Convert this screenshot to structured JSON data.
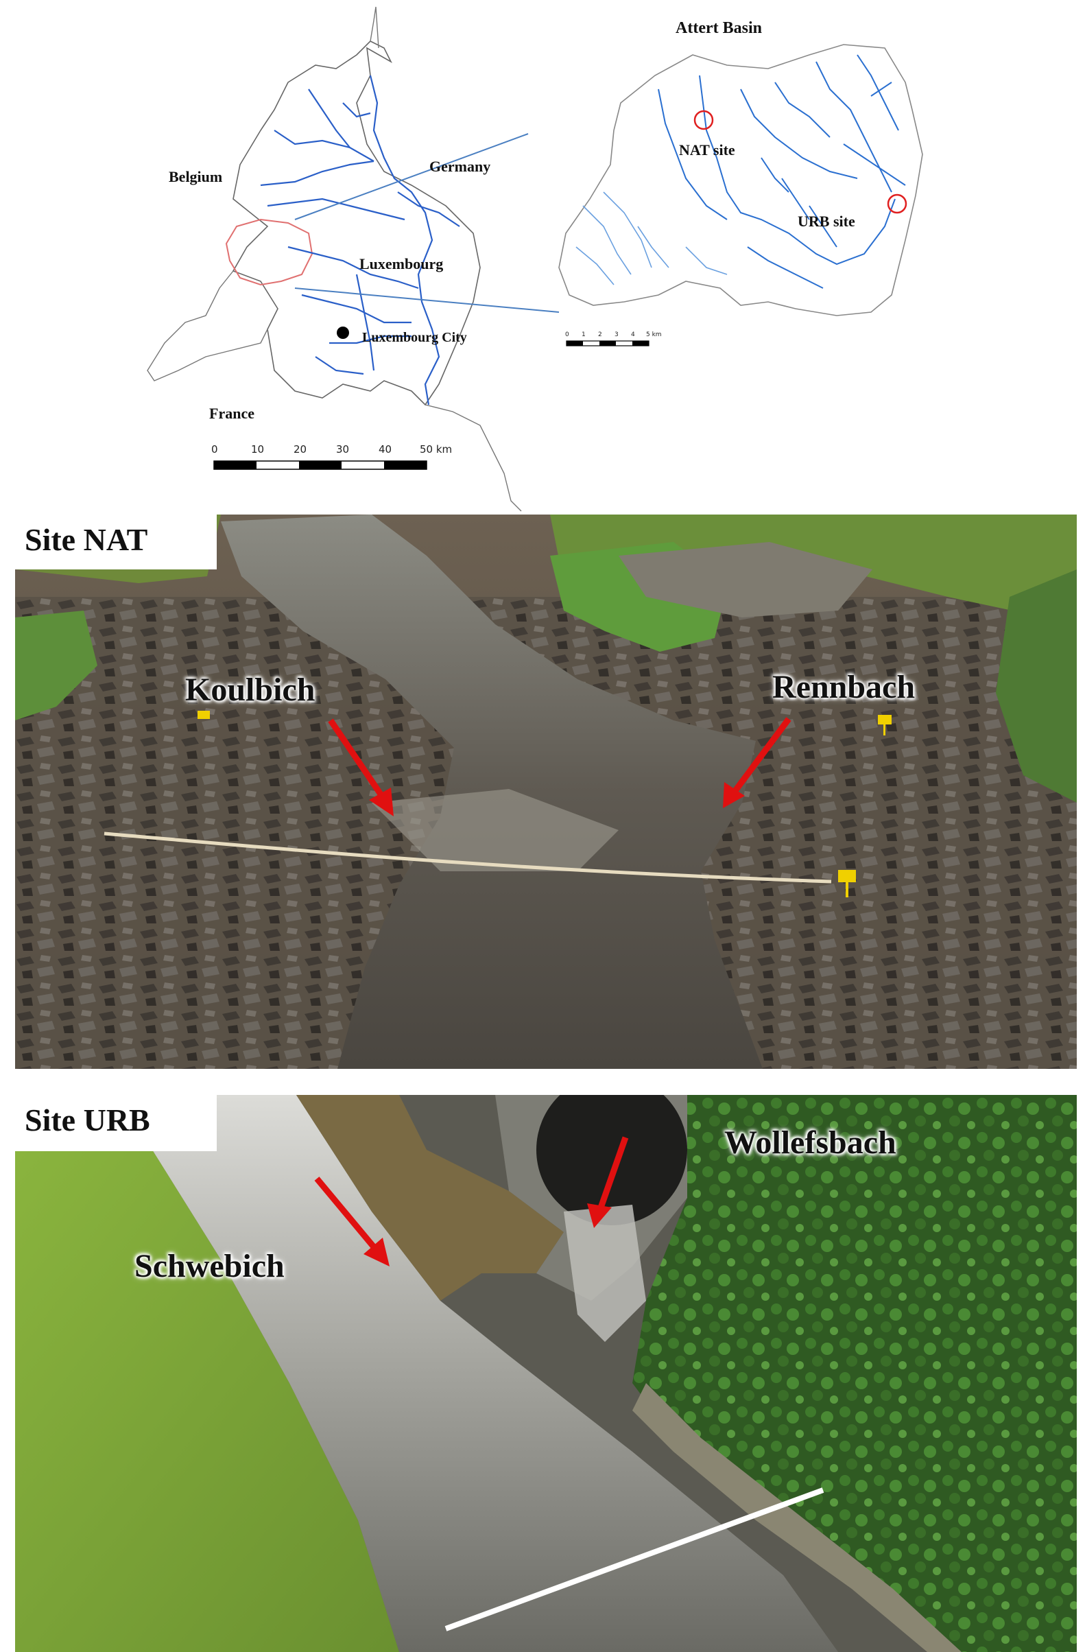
{
  "overview_map": {
    "labels": {
      "belgium": "Belgium",
      "germany": "Germany",
      "luxembourg": "Luxembourg",
      "luxembourg_city": "Luxembourg City",
      "france": "France"
    },
    "scale_ticks": [
      "0",
      "10",
      "20",
      "30",
      "40",
      "50 km"
    ]
  },
  "basin_map": {
    "title": "Attert Basin",
    "sites": {
      "nat": "NAT site",
      "urb": "URB site"
    },
    "scale_ticks": [
      "0",
      "1",
      "2",
      "3",
      "4",
      "5 km"
    ],
    "site_marker_color": "#e02020",
    "river_color": "#2a5fc8"
  },
  "photo_nat": {
    "panel_label": "Site NAT",
    "callouts": {
      "left": "Koulbich",
      "right": "Rennbach"
    },
    "arrow_color": "#e01010"
  },
  "photo_urb": {
    "panel_label": "Site URB",
    "callouts": {
      "left": "Schwebich",
      "right": "Wollefsbach"
    },
    "arrow_color": "#e01010"
  }
}
